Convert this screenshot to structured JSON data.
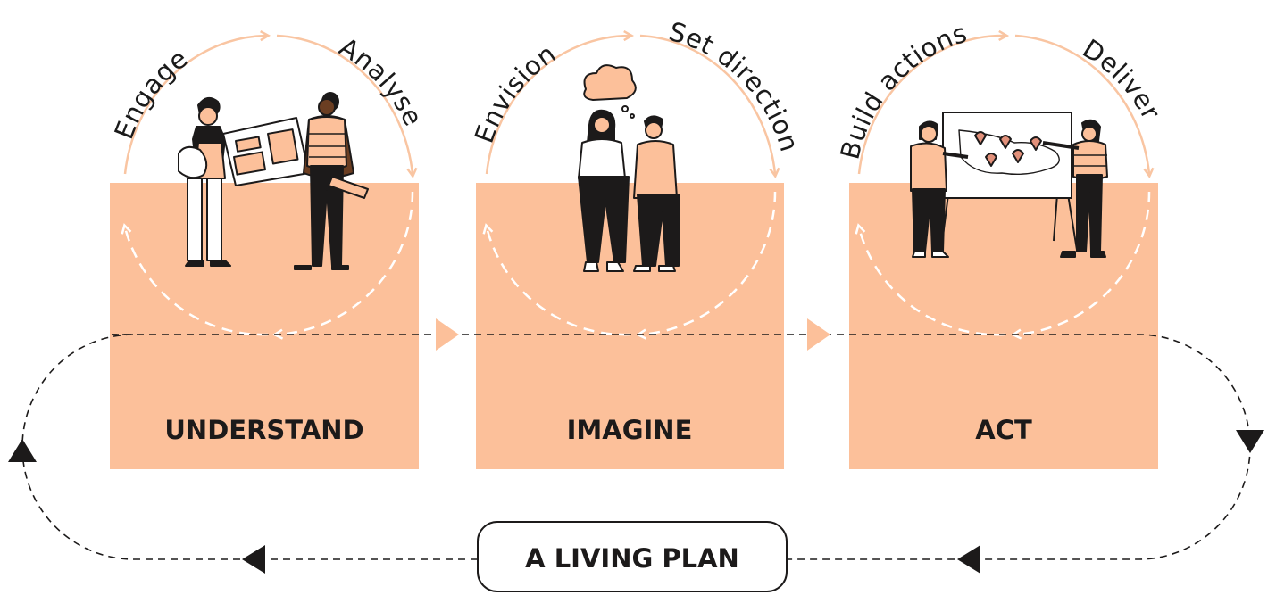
{
  "stages": [
    {
      "title": "UNDERSTAND",
      "step_a": "Engage",
      "step_b": "Analyse"
    },
    {
      "title": "IMAGINE",
      "step_a": "Envision",
      "step_b": "Set direction"
    },
    {
      "title": "ACT",
      "step_a": "Build actions",
      "step_b": "Deliver"
    }
  ],
  "loop": {
    "label": "A LIVING PLAN"
  },
  "colors": {
    "panel": "#fcc09a",
    "arc": "#f9c5a2",
    "dark": "#1c1a1a",
    "skin_dark": "#6b3e22",
    "accent": "#e2907a"
  }
}
